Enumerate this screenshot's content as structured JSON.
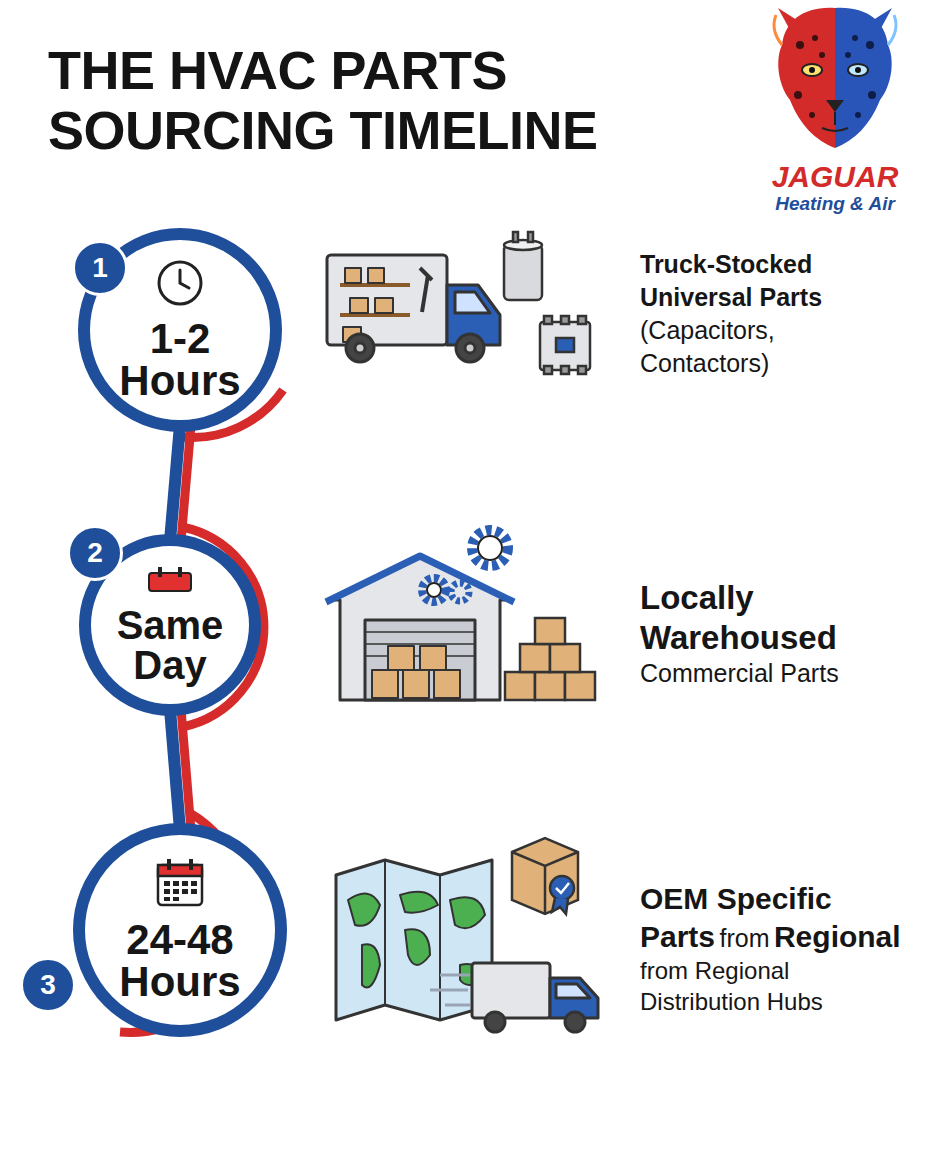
{
  "diagram": {
    "title": "THE HVAC PARTS SOURCING TIMELINE",
    "nodes": [
      {
        "text": [
          "1"
        ]
      },
      {
        "text": [
          "1-2 Hours"
        ]
      },
      {
        "text": [
          "2"
        ]
      },
      {
        "text": [
          "Same Day"
        ]
      },
      {
        "text": [
          "3"
        ]
      },
      {
        "text": [
          "24-48 Hours"
        ]
      }
    ],
    "edges": [
      {
        "from": 1,
        "to": 3,
        "arrow": "none"
      },
      {
        "from": 3,
        "to": 5,
        "arrow": "none"
      }
    ],
    "labels": [
      "JAGUAR",
      "Heating & Air",
      "Truck-Stocked Universal Parts",
      "(Capacitors, Contactors)",
      "Locally Warehoused",
      "Commercial Parts",
      "OEM Specific Parts",
      "from",
      "Regional",
      "from Regional Distribution Hubs"
    ]
  }
}
